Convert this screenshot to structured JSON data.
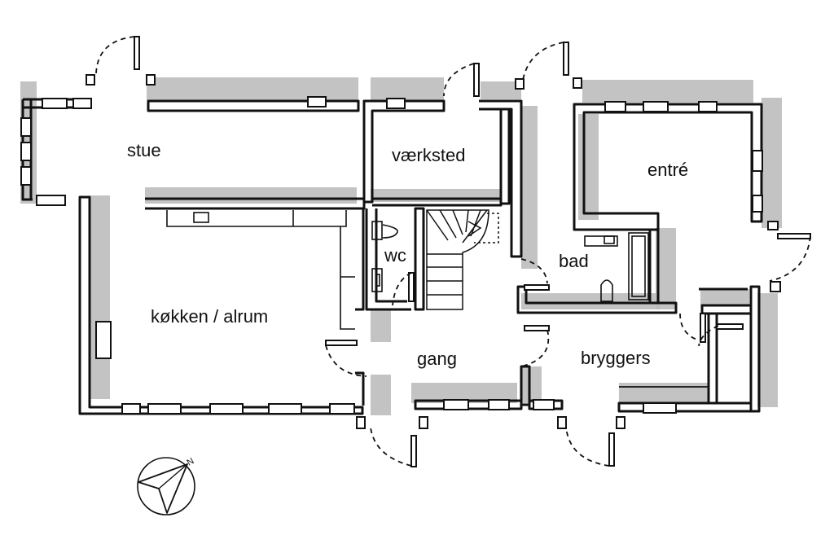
{
  "plan": {
    "rooms": [
      {
        "id": "stue",
        "label": "stue"
      },
      {
        "id": "vaerksted",
        "label": "værksted"
      },
      {
        "id": "entre",
        "label": "entré"
      },
      {
        "id": "wc",
        "label": "wc"
      },
      {
        "id": "bad",
        "label": "bad"
      },
      {
        "id": "koekken",
        "label": "køkken / alrum"
      },
      {
        "id": "gang",
        "label": "gang"
      },
      {
        "id": "bryggers",
        "label": "bryggers"
      }
    ],
    "north_arrow": {
      "label": "N"
    },
    "colors": {
      "wall": "#111111",
      "shadow": "#bdbdbd",
      "background": "#ffffff"
    }
  }
}
